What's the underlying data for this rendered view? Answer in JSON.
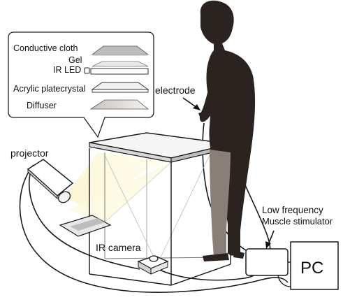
{
  "callout": {
    "layers": [
      {
        "label": "Conductive cloth"
      },
      {
        "label": "Gel"
      },
      {
        "label": "IR LED"
      },
      {
        "label": "Acrylic platecrystal"
      },
      {
        "label": "Diffuser"
      }
    ]
  },
  "labels": {
    "electrode": "electrode",
    "projector": "projector",
    "ir_camera": "IR camera",
    "stimulator_line1": "Low frequency",
    "stimulator_line2": "Muscle stimulator",
    "pc": "PC"
  },
  "colors": {
    "outline": "#1a1a1a",
    "silhouette": "#2b2320",
    "leg_highlight": "#8a7f78",
    "beam": "#fbf6c9"
  }
}
